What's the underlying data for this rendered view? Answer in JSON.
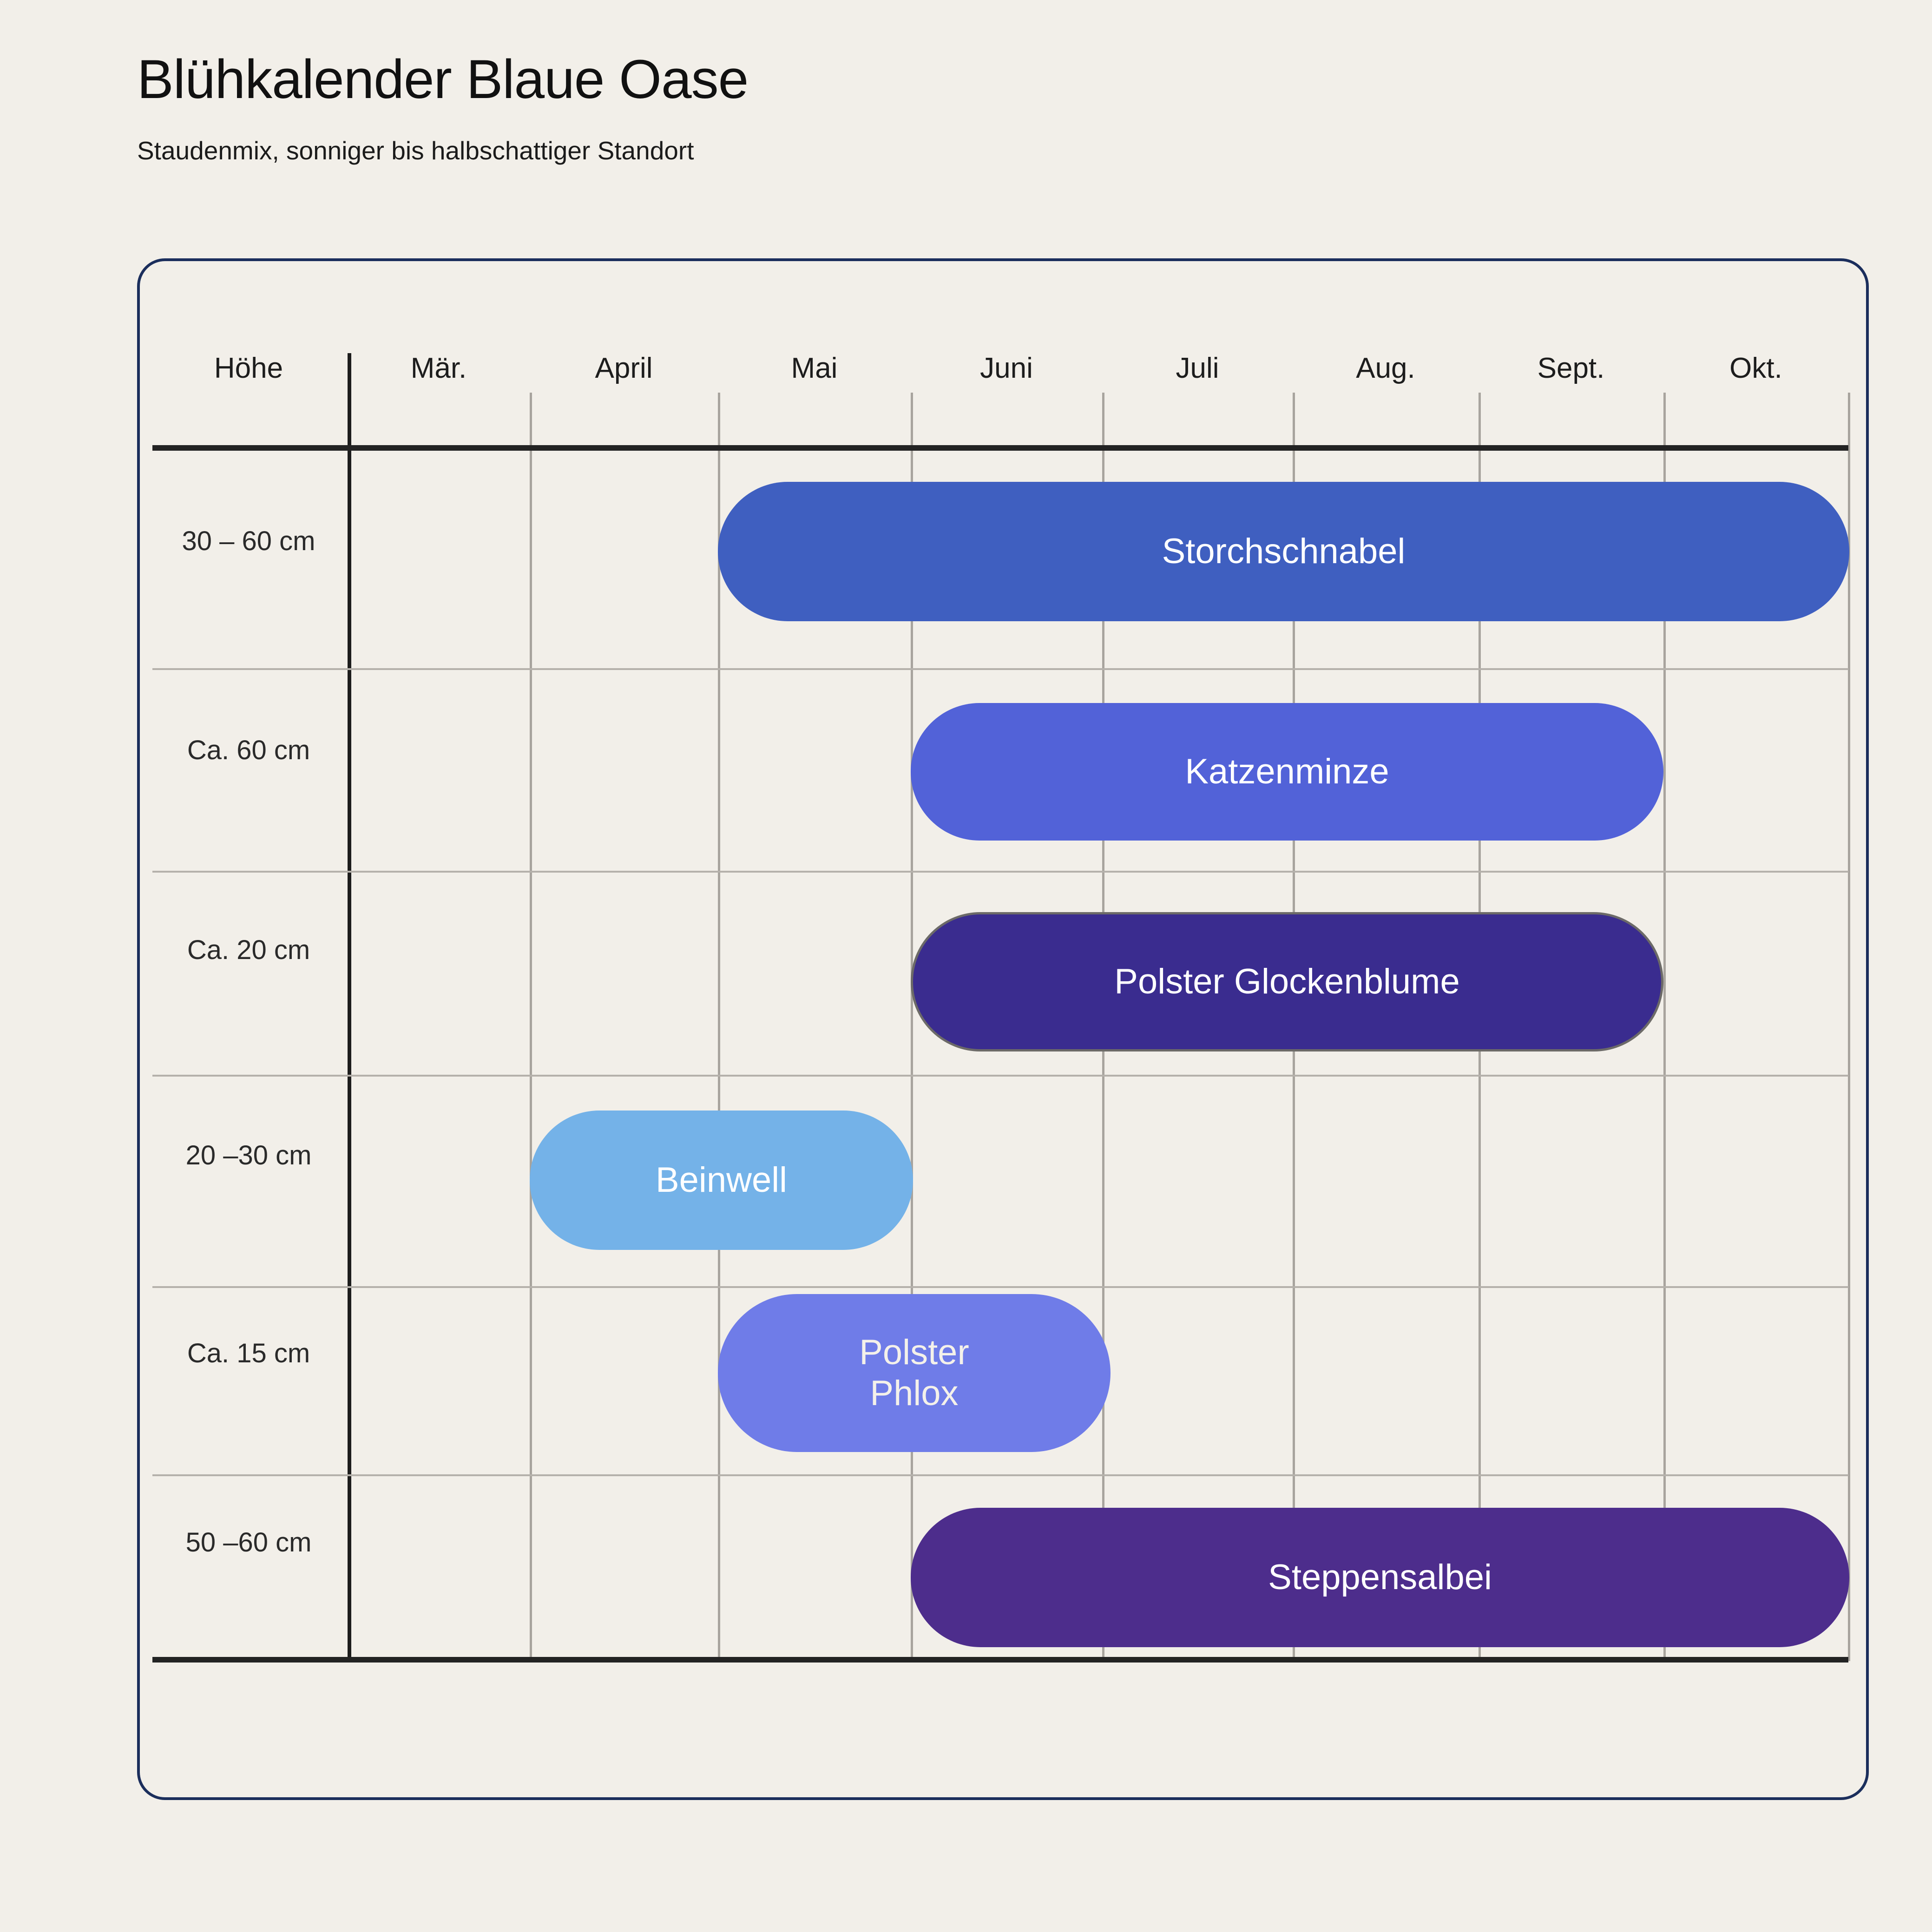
{
  "header": {
    "title": "Blühkalender Blaue Oase",
    "subtitle": "Staudenmix, sonniger bis halbschattiger Standort"
  },
  "theme": {
    "background": "#f2efe9",
    "card_border": "#1b2e5c",
    "grid_line": "#a8a49e",
    "axis_line": "#232323",
    "text": "#1d1d1d"
  },
  "columns": {
    "height_header": "Höhe",
    "months": [
      "Mär.",
      "April",
      "Mai",
      "Juni",
      "Juli",
      "Aug.",
      "Sept.",
      "Okt."
    ]
  },
  "rows": [
    {
      "height": "30 – 60\ncm"
    },
    {
      "height": "Ca. 60\ncm"
    },
    {
      "height": "Ca. 20\ncm"
    },
    {
      "height": "20 –30\ncm"
    },
    {
      "height": "Ca. 15\ncm"
    },
    {
      "height": "50 –60\ncm"
    }
  ],
  "chart_data": {
    "type": "bar",
    "title": "Blühkalender Blaue Oase",
    "subtitle": "Staudenmix, sonniger bis halbschattiger Standort",
    "xlabel": "",
    "ylabel": "Höhe",
    "categories": [
      "Mär.",
      "April",
      "Mai",
      "Juni",
      "Juli",
      "Aug.",
      "Sept.",
      "Okt."
    ],
    "grid": true,
    "legend": "none",
    "orientation": "horizontal-gantt",
    "bars": [
      {
        "label": "Storchschnabel",
        "height": "30 – 60\ncm",
        "start_month": "Mai",
        "end_month": "Okt.",
        "start_index": 2,
        "end_index": 8,
        "color": "#3f5fc0",
        "text_color": "#ffffff",
        "outlined": false
      },
      {
        "label": "Katzenminze",
        "height": "Ca. 60\ncm",
        "start_month": "Juni",
        "end_month": "Sept.",
        "start_index": 3,
        "end_index": 7,
        "color": "#5262d8",
        "text_color": "#ffffff",
        "outlined": false
      },
      {
        "label": "Polster Glockenblume",
        "height": "Ca. 20\ncm",
        "start_month": "Juni",
        "end_month": "Sept.",
        "start_index": 3,
        "end_index": 7,
        "color": "#3a2c8f",
        "text_color": "#ffffff",
        "outlined": true
      },
      {
        "label": "Beinwell",
        "height": "20 –30\ncm",
        "start_month": "April",
        "end_month": "Mai",
        "start_index": 1,
        "end_index": 3,
        "color": "#74b2e8",
        "text_color": "#ffffff",
        "outlined": false
      },
      {
        "label": "Polster\nPhlox",
        "height": "Ca. 15\ncm",
        "start_month": "Mai",
        "end_month": "Juni",
        "start_index": 2,
        "end_index": 4,
        "color": "#6f7ce8",
        "text_color": "#f4f1ea",
        "outlined": false
      },
      {
        "label": "Steppensalbei",
        "height": "50 –60\ncm",
        "start_month": "Juni",
        "end_month": "Okt.",
        "start_index": 3,
        "end_index": 8,
        "color": "#4d2d8c",
        "text_color": "#ffffff",
        "outlined": false
      }
    ]
  }
}
